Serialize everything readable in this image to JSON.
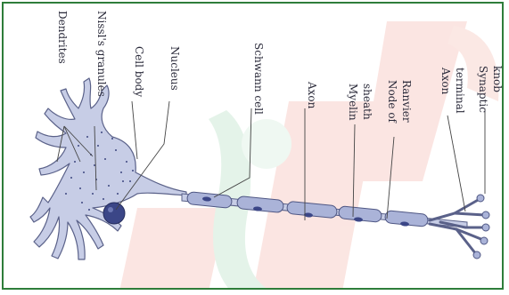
{
  "labels": {
    "dendrites": "Dendrites",
    "nissl": "Nissl's granules",
    "cell_body": "Cell body",
    "nucleus": "Nucleus",
    "schwann": "Schwann cell",
    "axon": "Axon",
    "myelin_1": "Myelin",
    "myelin_2": "sheath",
    "node_1": "Node of",
    "node_2": "Ranvier",
    "terminal_1": "Axon",
    "terminal_2": "terminal",
    "knob_1": "Synaptic",
    "knob_2": "knob"
  },
  "colors": {
    "frame": "#2e7d3a",
    "cell": "#c7cde6",
    "cell_stroke": "#5a6189",
    "nucleus": "#3b4687",
    "leader": "#444444",
    "watermark_red": "#f5d2cf",
    "watermark_green": "#d9efe0"
  }
}
